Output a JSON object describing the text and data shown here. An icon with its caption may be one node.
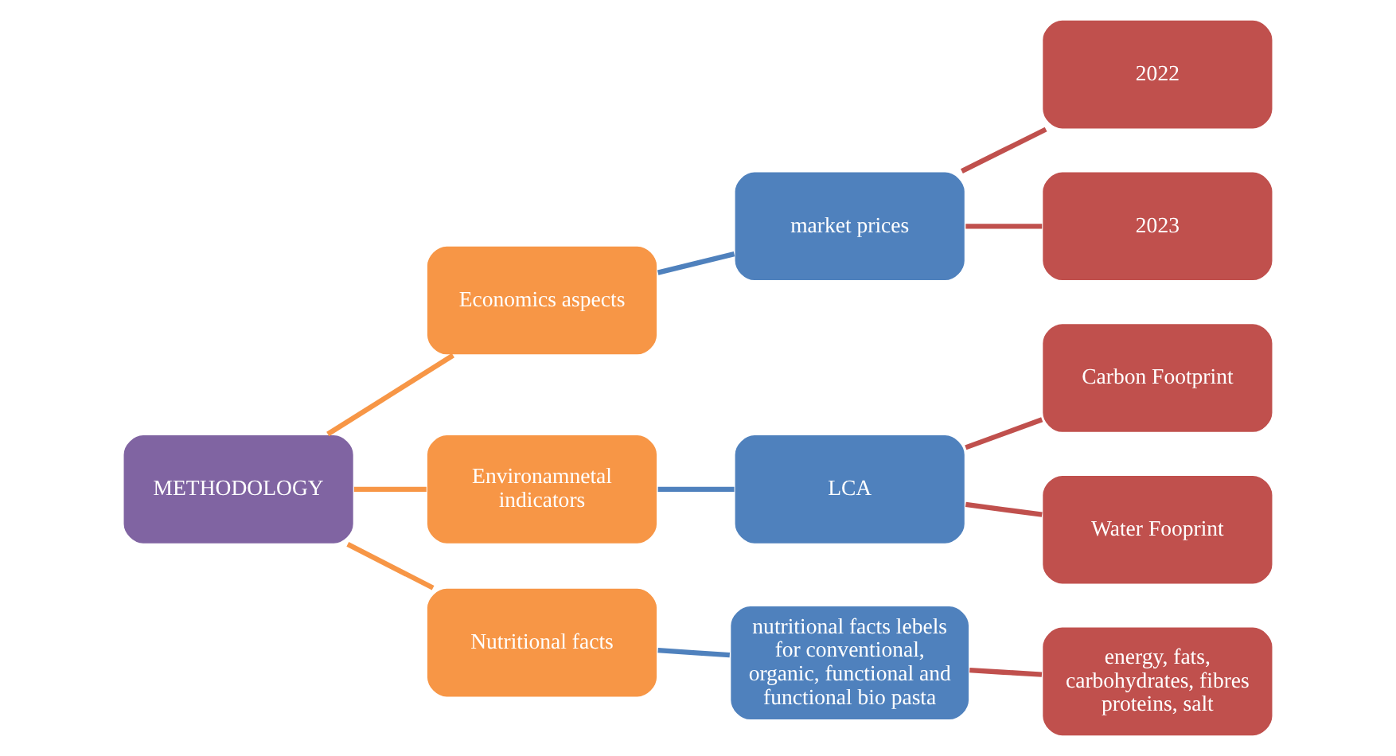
{
  "diagram": {
    "nodes": [
      {
        "text": [
          "METHODOLOGY"
        ]
      },
      {
        "text": [
          "Economics aspects"
        ]
      },
      {
        "text": [
          "market prices"
        ]
      },
      {
        "text": [
          "2022"
        ]
      },
      {
        "text": [
          "2023"
        ]
      },
      {
        "text": [
          "Environamnetal indicators"
        ]
      },
      {
        "text": [
          "LCA"
        ]
      },
      {
        "text": [
          "Carbon Footprint"
        ]
      },
      {
        "text": [
          "Water Fooprint"
        ]
      },
      {
        "text": [
          "Nutritional facts"
        ]
      },
      {
        "text": [
          "nutritional facts lebels for conventional, organic, functional and functional bio pasta"
        ]
      },
      {
        "text": [
          "energy, fats, carbohydrates, fibres proteins, salt"
        ]
      }
    ],
    "edges": [
      {
        "from": 0,
        "to": 1,
        "arrow": "none",
        "color": "#f79646"
      },
      {
        "from": 0,
        "to": 5,
        "arrow": "none",
        "color": "#f79646"
      },
      {
        "from": 0,
        "to": 9,
        "arrow": "none",
        "color": "#f79646"
      },
      {
        "from": 1,
        "to": 2,
        "arrow": "none",
        "color": "#4f81bd"
      },
      {
        "from": 2,
        "to": 3,
        "arrow": "none"
      },
      {
        "from": 2,
        "to": 4,
        "arrow": "none"
      },
      {
        "from": 5,
        "to": 6,
        "arrow": "none",
        "color": "#4f81bd"
      },
      {
        "from": 6,
        "to": 7,
        "arrow": "none"
      },
      {
        "from": 6,
        "to": 8,
        "arrow": "none"
      },
      {
        "from": 9,
        "to": 10,
        "arrow": "none",
        "color": "#4f81bd"
      },
      {
        "from": 10,
        "to": 11,
        "arrow": "none"
      }
    ]
  }
}
